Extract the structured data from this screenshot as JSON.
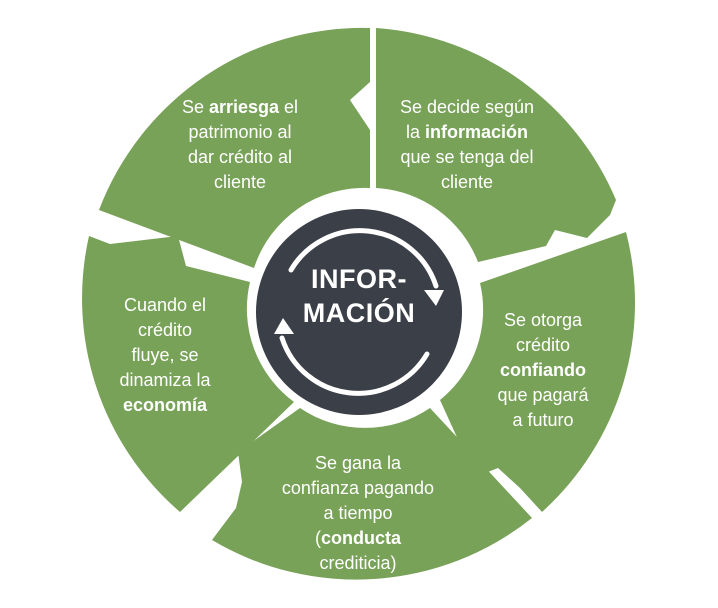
{
  "colors": {
    "segment": "#79a259",
    "center": "#3b3f47",
    "cycle_arrow": "#ffffff",
    "background": "#ffffff"
  },
  "center": {
    "line1": "INFOR-",
    "line2": "MACIÓN",
    "icon": "cycle-arrows-icon"
  },
  "segments": [
    {
      "id": "top-left",
      "lines": [
        [
          {
            "t": "Se "
          },
          {
            "t": "arriesga",
            "b": true
          },
          {
            "t": " el"
          }
        ],
        [
          {
            "t": "patrimonio al"
          }
        ],
        [
          {
            "t": "dar crédito al"
          }
        ],
        [
          {
            "t": "cliente"
          }
        ]
      ]
    },
    {
      "id": "top-right",
      "lines": [
        [
          {
            "t": "Se decide según"
          }
        ],
        [
          {
            "t": "la "
          },
          {
            "t": "información",
            "b": true
          }
        ],
        [
          {
            "t": "que se tenga del"
          }
        ],
        [
          {
            "t": "cliente"
          }
        ]
      ]
    },
    {
      "id": "right",
      "lines": [
        [
          {
            "t": "Se otorga"
          }
        ],
        [
          {
            "t": "crédito"
          }
        ],
        [
          {
            "t": "confiando",
            "b": true
          }
        ],
        [
          {
            "t": "que pagará"
          }
        ],
        [
          {
            "t": "a futuro"
          }
        ]
      ]
    },
    {
      "id": "bottom",
      "lines": [
        [
          {
            "t": "Se gana la"
          }
        ],
        [
          {
            "t": "confianza pagando"
          }
        ],
        [
          {
            "t": "a tiempo"
          }
        ],
        [
          {
            "t": "("
          },
          {
            "t": "conducta",
            "b": true
          }
        ],
        [
          {
            "t": "crediticia)"
          }
        ]
      ]
    },
    {
      "id": "left",
      "lines": [
        [
          {
            "t": "Cuando el"
          }
        ],
        [
          {
            "t": "crédito"
          }
        ],
        [
          {
            "t": "fluye, se"
          }
        ],
        [
          {
            "t": "dinamiza la"
          }
        ],
        [
          {
            "t": "economía",
            "b": true
          }
        ]
      ]
    }
  ]
}
